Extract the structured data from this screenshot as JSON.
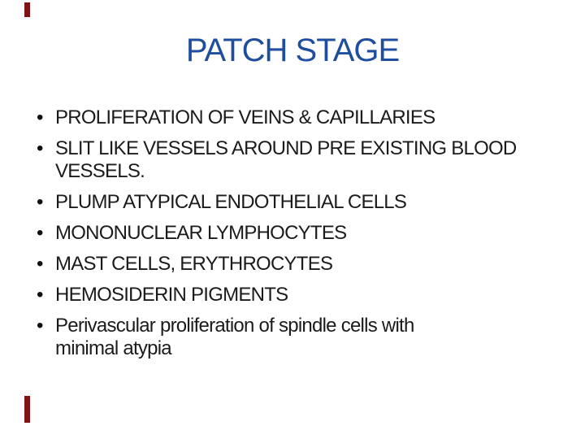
{
  "slide": {
    "title": "PATCH STAGE",
    "title_color": "#1f4e9e",
    "text_color": "#1b1b1b",
    "background_color": "#ffffff",
    "edge_artifact_color": "#7e1416",
    "bullet_char": "•",
    "bullets": [
      {
        "lines": [
          "PROLIFERATION OF VEINS & CAPILLARIES"
        ]
      },
      {
        "lines": [
          "SLIT LIKE VESSELS AROUND PRE EXISTING BLOOD",
          "VESSELS."
        ]
      },
      {
        "lines": [
          "PLUMP ATYPICAL ENDOTHELIAL CELLS"
        ]
      },
      {
        "lines": [
          "MONONUCLEAR LYMPHOCYTES"
        ]
      },
      {
        "lines": [
          "MAST CELLS, ERYTHROCYTES"
        ]
      },
      {
        "lines": [
          "HEMOSIDERIN PIGMENTS"
        ]
      },
      {
        "lines": [
          "Perivascular proliferation of spindle cells with",
          "minimal atypia"
        ]
      }
    ]
  }
}
